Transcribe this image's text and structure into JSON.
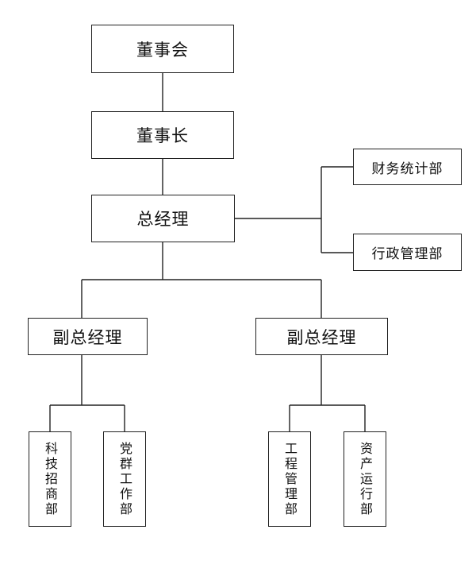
{
  "org_chart": {
    "board": "董事会",
    "chairman": "董事长",
    "general_manager": "总经理",
    "staff_departments": [
      "财务统计部",
      "行政管理部"
    ],
    "deputy_left": {
      "title": "副总经理",
      "departments": [
        "科技招商部",
        "党群工作部"
      ]
    },
    "deputy_right": {
      "title": "副总经理",
      "departments": [
        "工程管理部",
        "资产运行部"
      ]
    }
  }
}
